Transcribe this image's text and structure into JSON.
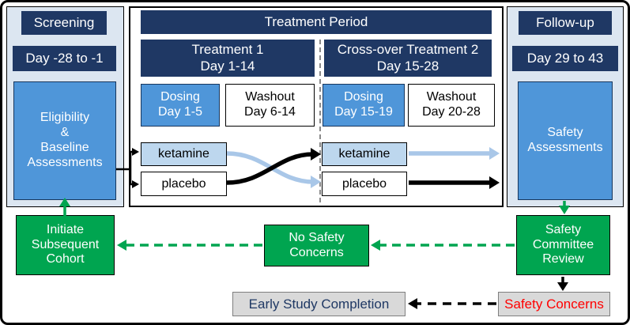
{
  "colors": {
    "navy": "#1F3864",
    "medium_blue": "#4F96D9",
    "light_blue": "#BDD7EE",
    "panel_blue": "#DCE6F1",
    "green": "#00A550",
    "gray_box": "#D9D9D9",
    "red_text": "#FF0000",
    "arrow_light_blue": "#A9C7E8",
    "arrow_black": "#000000"
  },
  "screening": {
    "header": "Screening",
    "period": "Day -28 to -1",
    "assessment": "Eligibility\n&\nBaseline\nAssessments"
  },
  "treatment": {
    "header": "Treatment Period",
    "phase1": {
      "title": "Treatment 1\nDay 1-14",
      "dosing": "Dosing\nDay 1-5",
      "washout": "Washout\nDay 6-14",
      "arm_top": "ketamine",
      "arm_bottom": "placebo"
    },
    "phase2": {
      "title": "Cross-over Treatment 2\nDay 15-28",
      "dosing": "Dosing\nDay 15-19",
      "washout": "Washout\nDay 20-28",
      "arm_top": "ketamine",
      "arm_bottom": "placebo"
    }
  },
  "followup": {
    "header": "Follow-up",
    "period": "Day 29 to 43",
    "assessment": "Safety\nAssessments"
  },
  "decision": {
    "initiate": "Initiate\nSubsequent\nCohort",
    "no_safety": "No Safety\nConcerns",
    "committee": "Safety\nCommittee\nReview",
    "early_completion": "Early Study Completion",
    "safety_concerns": "Safety Concerns"
  }
}
